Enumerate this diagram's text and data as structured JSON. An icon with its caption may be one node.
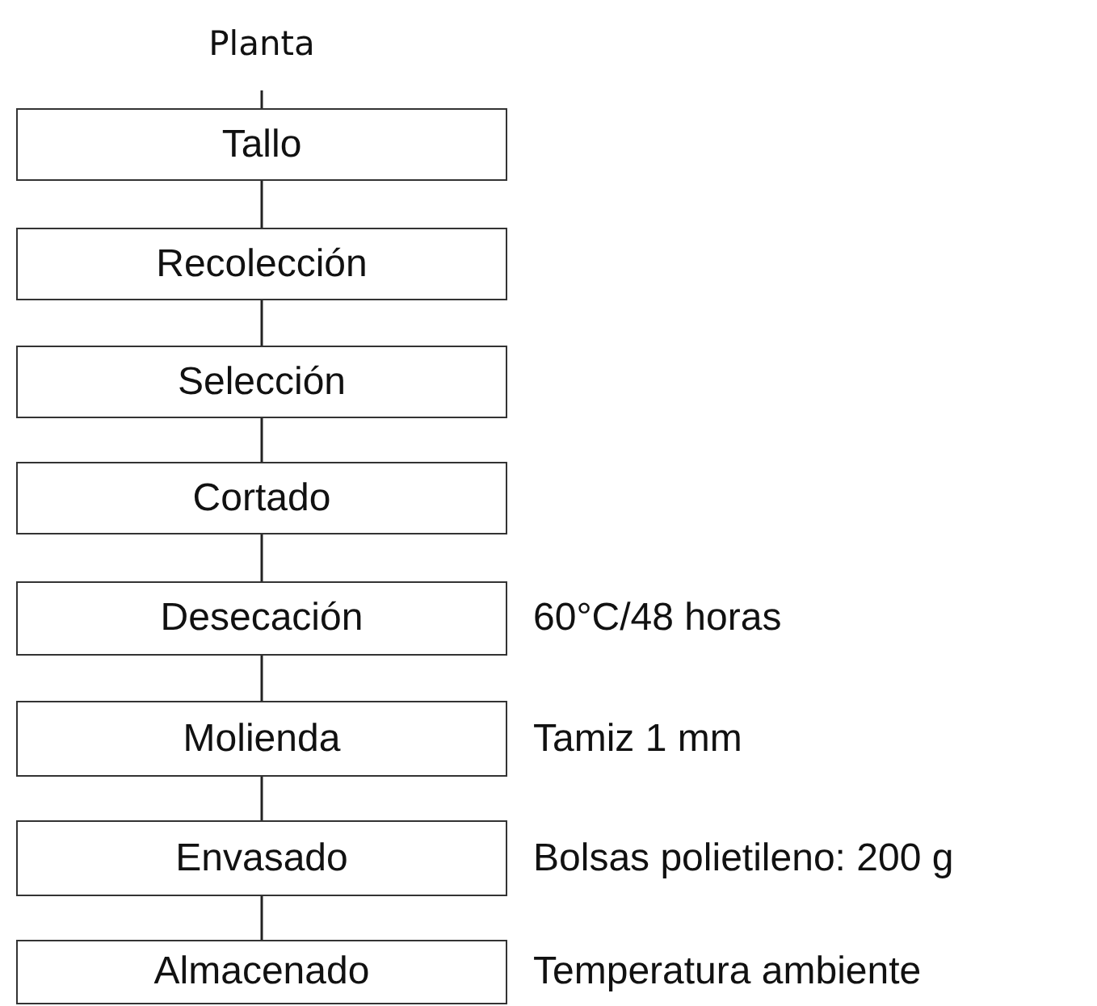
{
  "diagram": {
    "nodes": [
      {
        "text": [
          "Planta"
        ]
      },
      {
        "text": [
          "Tallo"
        ]
      },
      {
        "text": [
          "Recolección"
        ]
      },
      {
        "text": [
          "Selección"
        ]
      },
      {
        "text": [
          "Cortado"
        ]
      },
      {
        "text": [
          "Desecación"
        ],
        "beside": [
          "60°C/48 horas"
        ]
      },
      {
        "text": [
          "Molienda"
        ],
        "beside": [
          "Tamiz 1 mm"
        ]
      },
      {
        "text": [
          "Envasado"
        ],
        "beside": [
          "Bolsas polietileno: 200 g"
        ]
      },
      {
        "text": [
          "Almacenado"
        ],
        "beside": [
          "Temperatura ambiente"
        ]
      }
    ],
    "edges": [
      {
        "from": 0,
        "to": 1,
        "arrow": "none"
      },
      {
        "from": 1,
        "to": 2,
        "arrow": "none"
      },
      {
        "from": 2,
        "to": 3,
        "arrow": "none"
      },
      {
        "from": 3,
        "to": 4,
        "arrow": "none"
      },
      {
        "from": 4,
        "to": 5,
        "arrow": "none"
      },
      {
        "from": 5,
        "to": 6,
        "arrow": "none"
      },
      {
        "from": 6,
        "to": 7,
        "arrow": "none"
      },
      {
        "from": 7,
        "to": 8,
        "arrow": "none"
      }
    ]
  }
}
